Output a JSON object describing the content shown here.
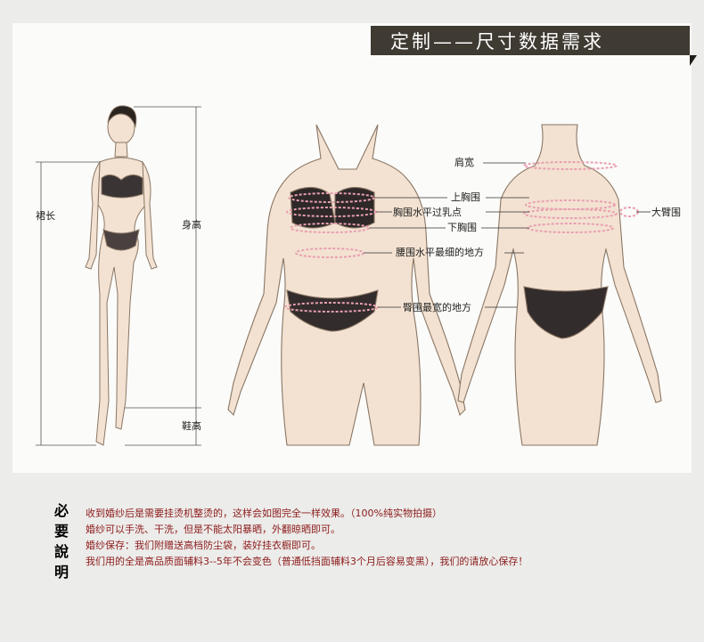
{
  "header": {
    "title": "定制——尺寸数据需求"
  },
  "front_figure": {
    "skirt_length": "裙长",
    "height": "身高",
    "shoe_height": "鞋高"
  },
  "body_labels": {
    "shoulder_width": "肩宽",
    "upper_bust": "上胸围",
    "bust": "胸围水平过乳点",
    "under_bust": "下胸围",
    "waist": "腰围水平最细的地方",
    "hip": "臀围最宽的地方",
    "upper_arm": "大臂围"
  },
  "notes": {
    "heading": [
      "必",
      "要",
      "說",
      "明"
    ],
    "lines": [
      "收到婚纱后是需要挂烫机整烫的，这样会如图完全一样效果。（100%纯实物拍摄）",
      "婚纱可以手洗、干洗，但是不能太阳暴晒，外翻晾晒即可。",
      "婚纱保存：我们附赠送高档防尘袋，装好挂衣橱即可。",
      "我们用的全是高品质面辅料3--5年不会变色（普通低挡面辅料3个月后容易变黑），我们的请放心保存！"
    ]
  },
  "colors": {
    "title_bg": "#3f3a32",
    "note_text": "#8b1a1a",
    "measure_line": "#e8a0b0"
  }
}
